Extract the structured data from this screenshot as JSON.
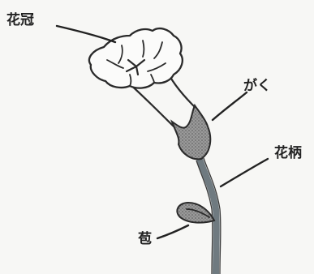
{
  "diagram": {
    "labels": {
      "corolla": "花冠",
      "calyx": "がく",
      "pedicel": "花柄",
      "bract": "苞"
    }
  }
}
